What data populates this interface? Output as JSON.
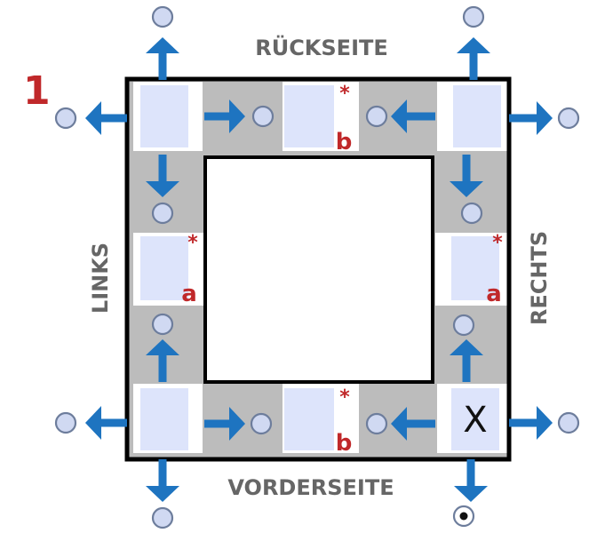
{
  "diagram": {
    "number": "1",
    "sides": {
      "back": "RÜCKSEITE",
      "front": "VORDERSEITE",
      "left": "LINKS",
      "right": "RECHTS"
    },
    "cells": {
      "top_middle": {
        "star": "*",
        "letter": "b"
      },
      "left_middle": {
        "star": "*",
        "letter": "a"
      },
      "right_middle": {
        "star": "*",
        "letter": "a"
      },
      "bottom_middle": {
        "star": "*",
        "letter": "b"
      },
      "bottom_right": {
        "mark": "X"
      }
    },
    "colors": {
      "arrow": "#1e74c0",
      "number": "#c0282a",
      "label": "#666666",
      "cell": "#dde4fb",
      "connector": "#bcbcbc",
      "circle_fill": "#d0d9f2",
      "circle_stroke": "#6d7d9c",
      "frame": "#000000"
    },
    "icons": {
      "arrow": "arrow-icon",
      "exit_circle": "circle-icon",
      "selected_exit": "circle-dot-icon"
    },
    "selected_exit": "bottom-right-down"
  }
}
